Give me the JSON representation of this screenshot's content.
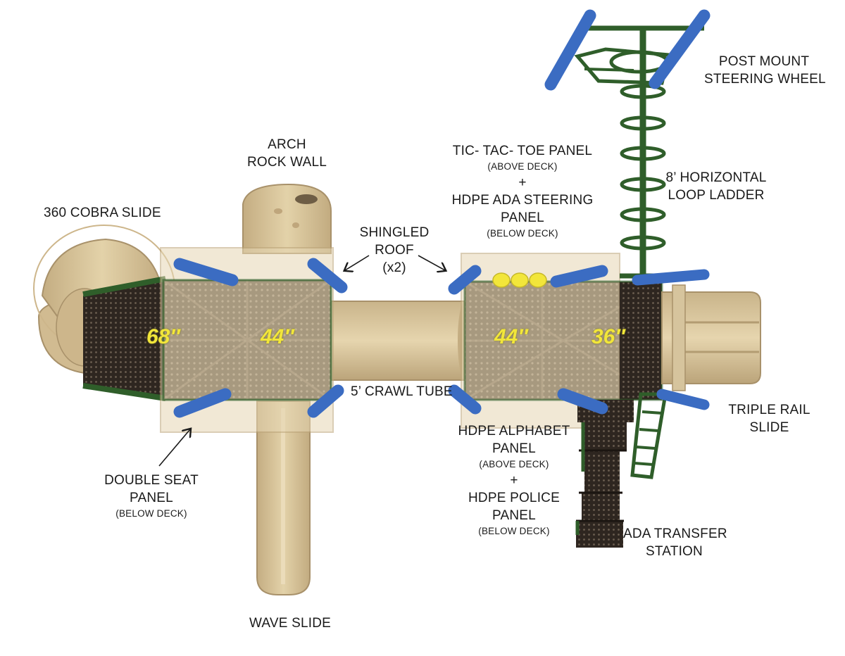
{
  "labels": {
    "cobra_slide": "360 COBRA SLIDE",
    "arch_rock_wall_1": "ARCH",
    "arch_rock_wall_2": "ROCK WALL",
    "shingled_roof_1": "SHINGLED",
    "shingled_roof_2": "ROOF",
    "shingled_roof_3": "(x2)",
    "tictactoe_1": "TIC- TAC- TOE PANEL",
    "tictactoe_2": "(ABOVE DECK)",
    "plus_top": "+",
    "ada_steering_1": "HDPE ADA STEERING",
    "ada_steering_2": "PANEL",
    "ada_steering_3": "(BELOW DECK)",
    "steering_wheel_1": "POST MOUNT",
    "steering_wheel_2": "STEERING WHEEL",
    "loop_ladder_1": "8’ HORIZONTAL",
    "loop_ladder_2": "LOOP LADDER",
    "crawl_tube": "5’ CRAWL TUBE",
    "triple_rail_1": "TRIPLE RAIL",
    "triple_rail_2": "SLIDE",
    "alphabet_1": "HDPE ALPHABET",
    "alphabet_2": "PANEL",
    "alphabet_3": "(ABOVE DECK)",
    "plus_bottom": "+",
    "police_1": "HDPE POLICE",
    "police_2": "PANEL",
    "police_3": "(BELOW DECK)",
    "ada_transfer_1": "ADA TRANSFER",
    "ada_transfer_2": "STATION",
    "double_seat_1": "DOUBLE SEAT",
    "double_seat_2": "PANEL",
    "double_seat_3": "(BELOW DECK)",
    "wave_slide": "WAVE SLIDE"
  },
  "dimensions": {
    "d1": "68″",
    "d2": "44″",
    "d3": "44″",
    "d4": "36″"
  },
  "colors": {
    "tan": "#d8c39a",
    "tan_dark": "#b9a279",
    "green": "#2f5e2a",
    "blue": "#3b6cc2",
    "deck": "#5a4a3a",
    "yellow": "#f2e63a"
  }
}
